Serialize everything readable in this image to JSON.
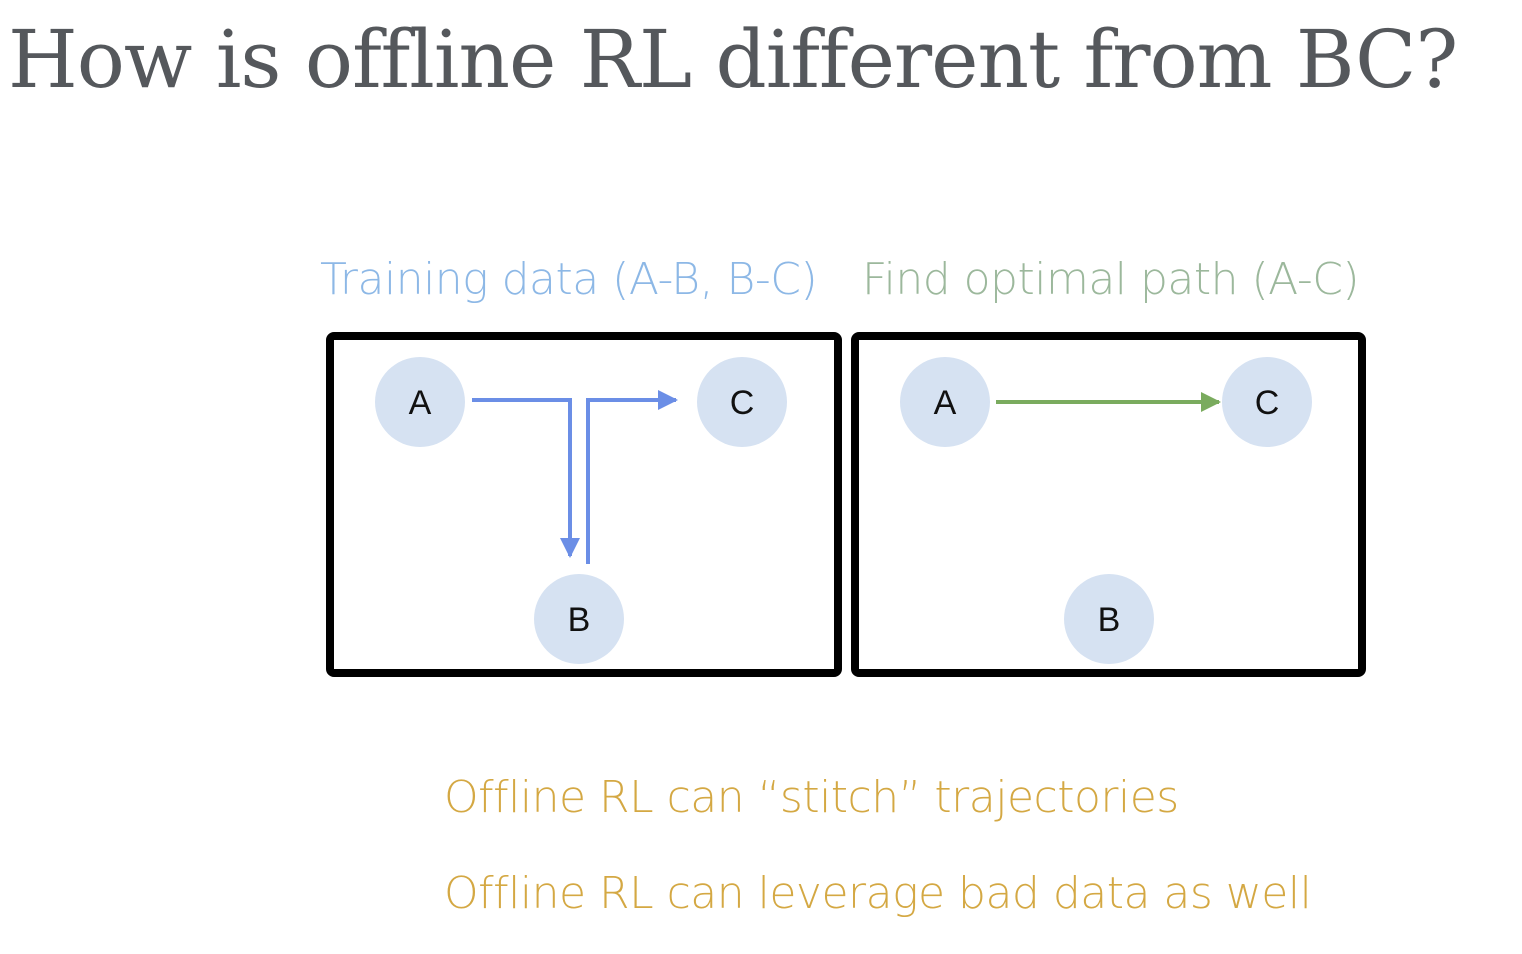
{
  "title": "How is offline RL different from BC?",
  "colors": {
    "title": "#55585c",
    "training_caption": "#8db8e6",
    "optimal_caption": "#9cb89c",
    "bullet_text": "#d4a843",
    "node_fill": "#d6e2f2",
    "training_arrow": "#6b8ee6",
    "optimal_arrow": "#7aab5e",
    "panel_border": "#000000"
  },
  "panels": [
    {
      "caption": "Training data (A-B, B-C)",
      "nodes": [
        {
          "label": "A"
        },
        {
          "label": "C"
        },
        {
          "label": "B"
        }
      ]
    },
    {
      "caption": "Find optimal path (A-C)",
      "nodes": [
        {
          "label": "A"
        },
        {
          "label": "C"
        },
        {
          "label": "B"
        }
      ]
    }
  ],
  "bullets": [
    "Offline RL can “stitch” trajectories",
    "Offline RL can leverage bad data as well"
  ]
}
